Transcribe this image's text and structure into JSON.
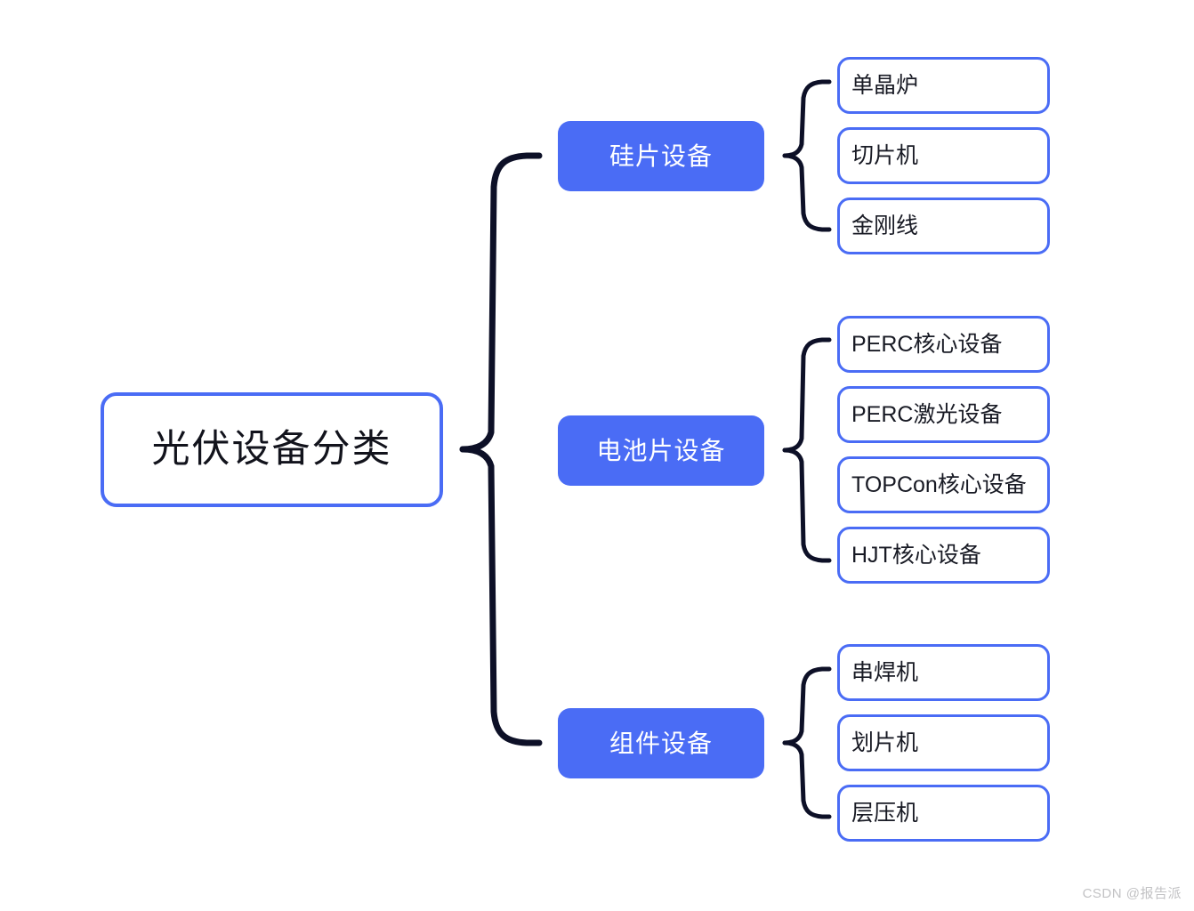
{
  "diagram": {
    "type": "mind-map",
    "root": {
      "label": "光伏设备分类"
    },
    "branches": [
      {
        "label": "硅片设备",
        "leaves": [
          {
            "label": "单晶炉"
          },
          {
            "label": "切片机"
          },
          {
            "label": "金刚线"
          }
        ]
      },
      {
        "label": "电池片设备",
        "leaves": [
          {
            "label": "PERC核心设备"
          },
          {
            "label": "PERC激光设备"
          },
          {
            "label": "TOPCon核心设备"
          },
          {
            "label": "HJT核心设备"
          }
        ]
      },
      {
        "label": "组件设备",
        "leaves": [
          {
            "label": "串焊机"
          },
          {
            "label": "划片机"
          },
          {
            "label": "层压机"
          }
        ]
      }
    ]
  },
  "colors": {
    "accent_blue": "#4a6cf5",
    "brace_navy": "#0d1027",
    "text_dark": "#181a24",
    "node_text_light": "#ffffff",
    "background": "#ffffff",
    "watermark_gray": "#c2c2c4"
  },
  "watermark": {
    "text": "CSDN @报告派"
  }
}
